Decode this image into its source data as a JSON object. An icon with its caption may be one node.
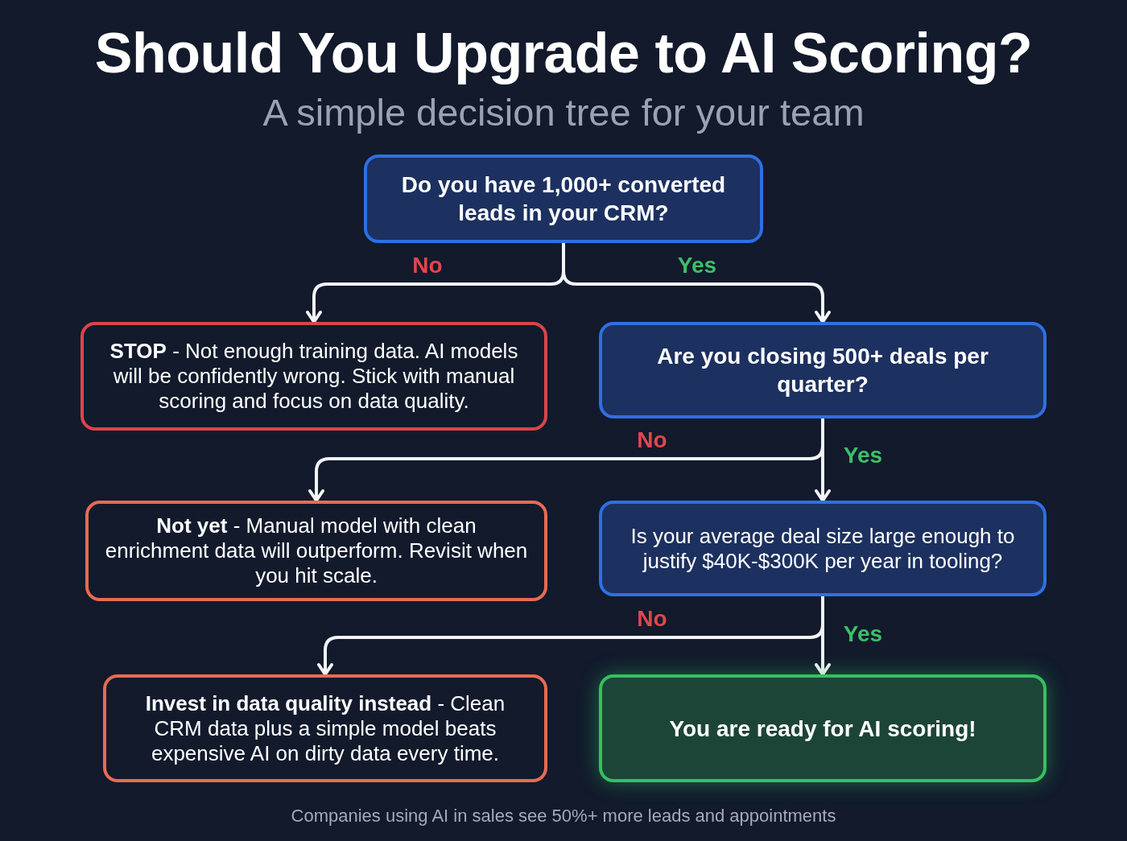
{
  "diagram": {
    "title": "Should You Upgrade to AI Scoring?",
    "caption": "Companies using AI in sales see 50%+ more leads and appointments",
    "nodes": [
      {
        "text": [
          "Do you have 1,000+ converted leads in your CRM?"
        ]
      },
      {
        "text": [
          "**STOP** - Not enough training data. AI models will be confidently wrong. Stick with manual scoring and focus on data quality."
        ]
      },
      {
        "text": [
          "Are you closing 500+ deals per quarter?"
        ]
      },
      {
        "text": [
          "**Not yet** - Manual model with clean enrichment data will outperform. Revisit when you hit scale."
        ]
      },
      {
        "text": [
          "Is your average deal size large enough to justify $40K-$300K per year in tooling?"
        ]
      },
      {
        "text": [
          "**Invest in data quality instead** - Clean CRM data plus a simple model beats expensive AI on dirty data every time."
        ]
      },
      {
        "text": [
          "You are ready for AI scoring!"
        ]
      }
    ],
    "edges": [
      {
        "from": 0,
        "to": 1,
        "arrow": "to",
        "label": "No"
      },
      {
        "from": 0,
        "to": 2,
        "arrow": "to",
        "label": "Yes"
      },
      {
        "from": 2,
        "to": 3,
        "arrow": "to",
        "label": "No"
      },
      {
        "from": 2,
        "to": 4,
        "arrow": "to",
        "label": "Yes"
      },
      {
        "from": 4,
        "to": 5,
        "arrow": "to",
        "label": "No"
      },
      {
        "from": 4,
        "to": 6,
        "arrow": "to",
        "label": "Yes"
      }
    ],
    "labels": [
      "A simple decision tree for your team"
    ]
  }
}
